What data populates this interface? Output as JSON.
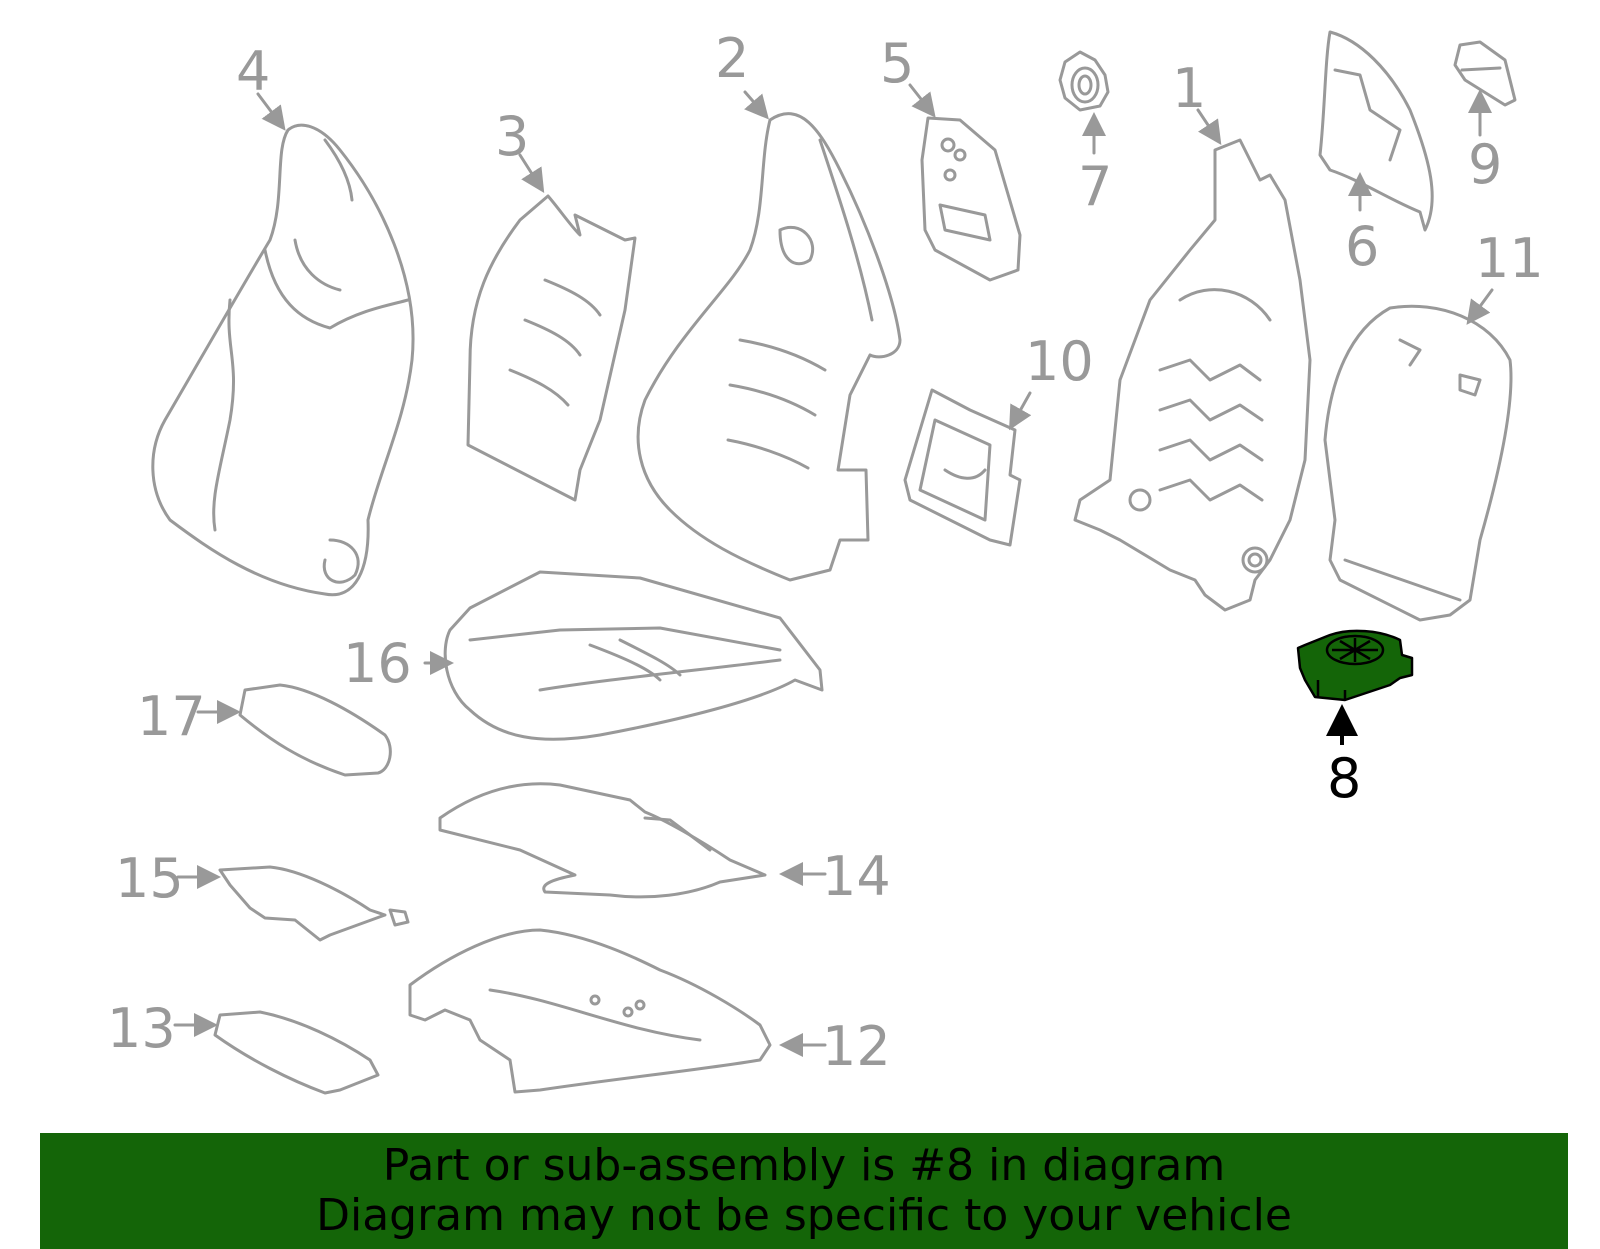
{
  "diagram": {
    "line_color": "#999999",
    "highlight_color": "#146508",
    "highlight_part": "8",
    "callouts": [
      {
        "id": "1",
        "label": "1"
      },
      {
        "id": "2",
        "label": "2"
      },
      {
        "id": "3",
        "label": "3"
      },
      {
        "id": "4",
        "label": "4"
      },
      {
        "id": "5",
        "label": "5"
      },
      {
        "id": "6",
        "label": "6"
      },
      {
        "id": "7",
        "label": "7"
      },
      {
        "id": "8",
        "label": "8"
      },
      {
        "id": "9",
        "label": "9"
      },
      {
        "id": "10",
        "label": "10"
      },
      {
        "id": "11",
        "label": "11"
      },
      {
        "id": "12",
        "label": "12"
      },
      {
        "id": "13",
        "label": "13"
      },
      {
        "id": "14",
        "label": "14"
      },
      {
        "id": "15",
        "label": "15"
      },
      {
        "id": "16",
        "label": "16"
      },
      {
        "id": "17",
        "label": "17"
      }
    ]
  },
  "banner": {
    "background": "#146508",
    "line1": "Part or sub-assembly is #8 in diagram",
    "line2": "Diagram may not be specific to your vehicle"
  }
}
